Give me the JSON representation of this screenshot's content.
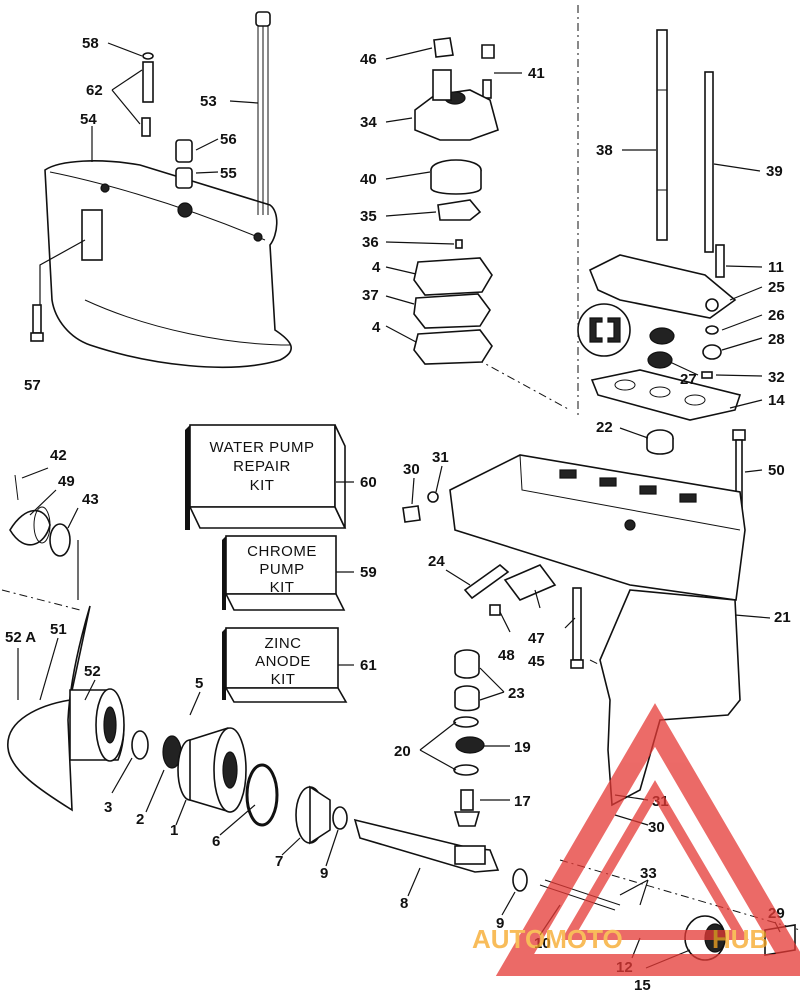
{
  "callouts": {
    "c58": "58",
    "c62": "62",
    "c54": "54",
    "c53": "53",
    "c56": "56",
    "c55": "55",
    "c57": "57",
    "c46": "46",
    "c41": "41",
    "c34": "34",
    "c40": "40",
    "c35": "35",
    "c36": "36",
    "c4a": "4",
    "c37": "37",
    "c4b": "4",
    "c38": "38",
    "c39": "39",
    "c11": "11",
    "c25": "25",
    "c26": "26",
    "c28": "28",
    "c27": "27",
    "c32": "32",
    "c14": "14",
    "c22": "22",
    "c50": "50",
    "c42": "42",
    "c49": "49",
    "c43": "43",
    "c60": "60",
    "c59": "59",
    "c61": "61",
    "c30a": "30",
    "c31a": "31",
    "c24": "24",
    "c21": "21",
    "c47": "47",
    "c48": "48",
    "c45": "45",
    "c52a": "52 A",
    "c51": "51",
    "c52": "52",
    "c5": "5",
    "c23": "23",
    "c20": "20",
    "c19": "19",
    "c3": "3",
    "c2": "2",
    "c1": "1",
    "c6": "6",
    "c7": "7",
    "c9a": "9",
    "c17": "17",
    "c31b": "31",
    "c30b": "30",
    "c8": "8",
    "c33": "33",
    "c9b": "9",
    "c10": "10",
    "c29": "29",
    "c12": "12",
    "c15": "15"
  },
  "kits": {
    "water_pump": [
      "WATER PUMP",
      "REPAIR",
      "KIT"
    ],
    "chrome_pump": [
      "CHROME",
      "PUMP",
      "KIT"
    ],
    "zinc_anode": [
      "ZINC",
      "ANODE",
      "KIT"
    ]
  },
  "watermark": {
    "text_a": "AUTOMOTO",
    "text_b": "HUB",
    "color_red": "#e53935",
    "color_orange": "#f6a623"
  }
}
